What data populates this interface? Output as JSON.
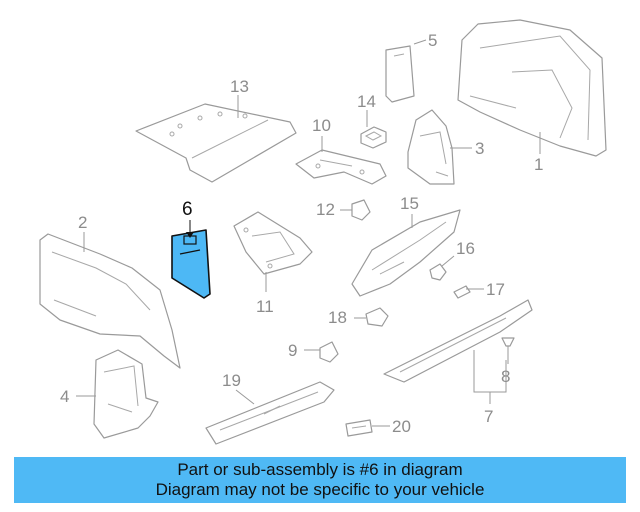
{
  "callouts": {
    "c1": "1",
    "c2": "2",
    "c3": "3",
    "c4": "4",
    "c5": "5",
    "c6": "6",
    "c7": "7",
    "c8": "8",
    "c9": "9",
    "c10": "10",
    "c11": "11",
    "c12": "12",
    "c13": "13",
    "c14": "14",
    "c15": "15",
    "c16": "16",
    "c17": "17",
    "c18": "18",
    "c19": "19",
    "c20": "20"
  },
  "highlight": {
    "part": "6",
    "color": "#4db8f5"
  },
  "banner": {
    "line1": "Part or sub-assembly is #6 in diagram",
    "line2": "Diagram may not be specific to your vehicle",
    "color": "#4fb9f5"
  }
}
